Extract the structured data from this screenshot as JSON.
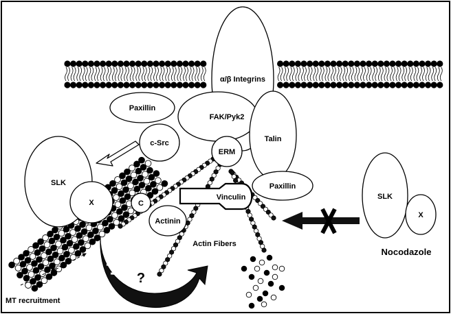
{
  "labels": {
    "integrins": "α/β Integrins",
    "paxillin_top": "Paxillin",
    "fak": "FAK/Pyk2",
    "csrc": "c-Src",
    "talin": "Talin",
    "erm": "ERM",
    "paxillin_right": "Paxillin",
    "vinculin": "Vinculin",
    "actinin": "Actinin",
    "actin_fibers": "Actin Fibers",
    "slk_left": "SLK",
    "x_left": "X",
    "c": "C",
    "slk_right": "SLK",
    "x_right": "X",
    "nocodazole": "Nocodazole",
    "question": "?",
    "mt_recruitment": "MT recruitment"
  }
}
